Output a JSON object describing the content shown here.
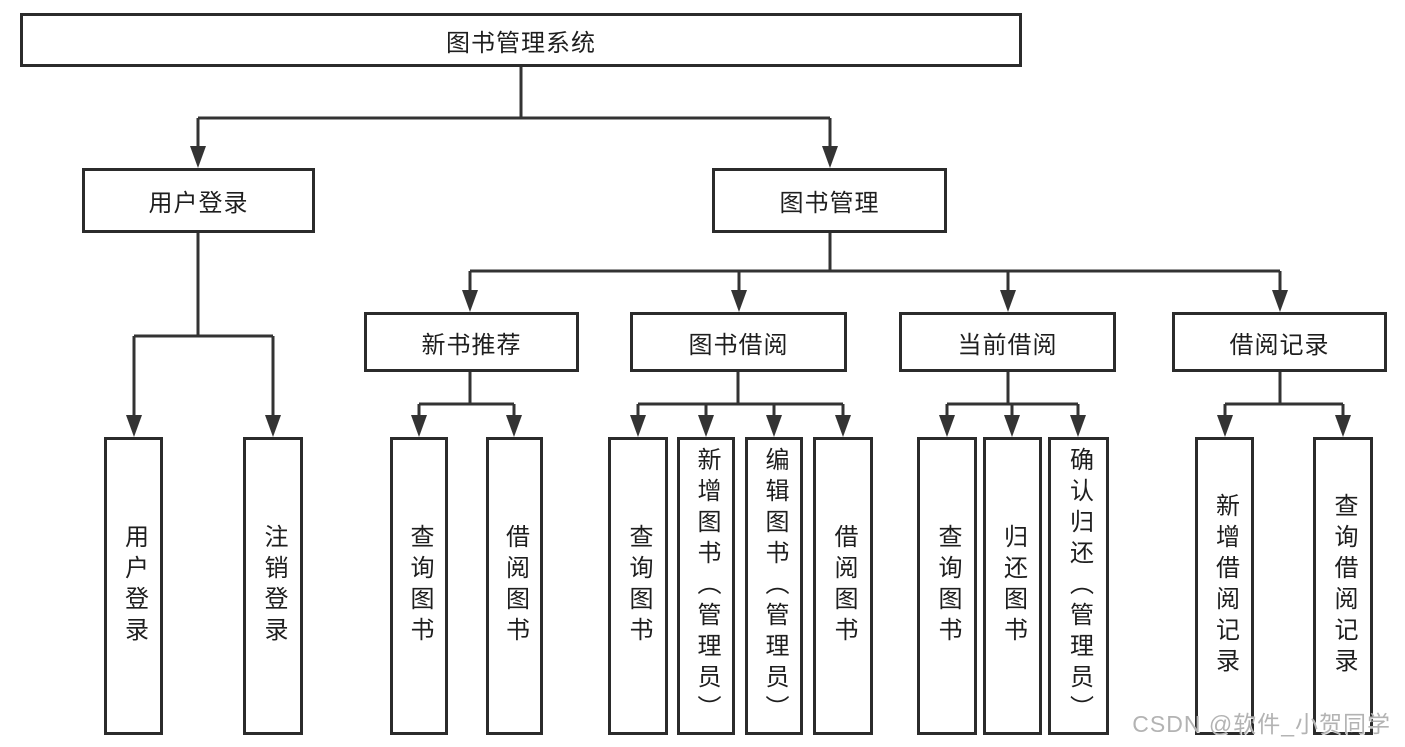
{
  "diagram": {
    "root": {
      "label": "图书管理系统"
    },
    "level2": [
      {
        "label": "用户登录"
      },
      {
        "label": "图书管理"
      }
    ],
    "level3": [
      {
        "label": "新书推荐",
        "parent": "图书管理"
      },
      {
        "label": "图书借阅",
        "parent": "图书管理"
      },
      {
        "label": "当前借阅",
        "parent": "图书管理"
      },
      {
        "label": "借阅记录",
        "parent": "图书管理"
      }
    ],
    "leaves": [
      {
        "label": "用户登录",
        "parent": "用户登录"
      },
      {
        "label": "注销登录",
        "parent": "用户登录"
      },
      {
        "label": "查询图书",
        "parent": "新书推荐"
      },
      {
        "label": "借阅图书",
        "parent": "新书推荐"
      },
      {
        "label": "查询图书",
        "parent": "图书借阅"
      },
      {
        "label": "新增图书（管理员）",
        "parent": "图书借阅"
      },
      {
        "label": "编辑图书（管理员）",
        "parent": "图书借阅"
      },
      {
        "label": "借阅图书",
        "parent": "图书借阅"
      },
      {
        "label": "查询图书",
        "parent": "当前借阅"
      },
      {
        "label": "归还图书",
        "parent": "当前借阅"
      },
      {
        "label": "确认归还（管理员）",
        "parent": "当前借阅"
      },
      {
        "label": "新增借阅记录",
        "parent": "借阅记录"
      },
      {
        "label": "查询借阅记录",
        "parent": "借阅记录"
      }
    ]
  },
  "watermark": {
    "text": "CSDN @软件_小贺同学",
    "color": "#b3b3b3"
  },
  "colors": {
    "background": "#ffffff",
    "line": "#333333",
    "box_border": "#2b2b2b",
    "text": "#1e1e1e"
  }
}
